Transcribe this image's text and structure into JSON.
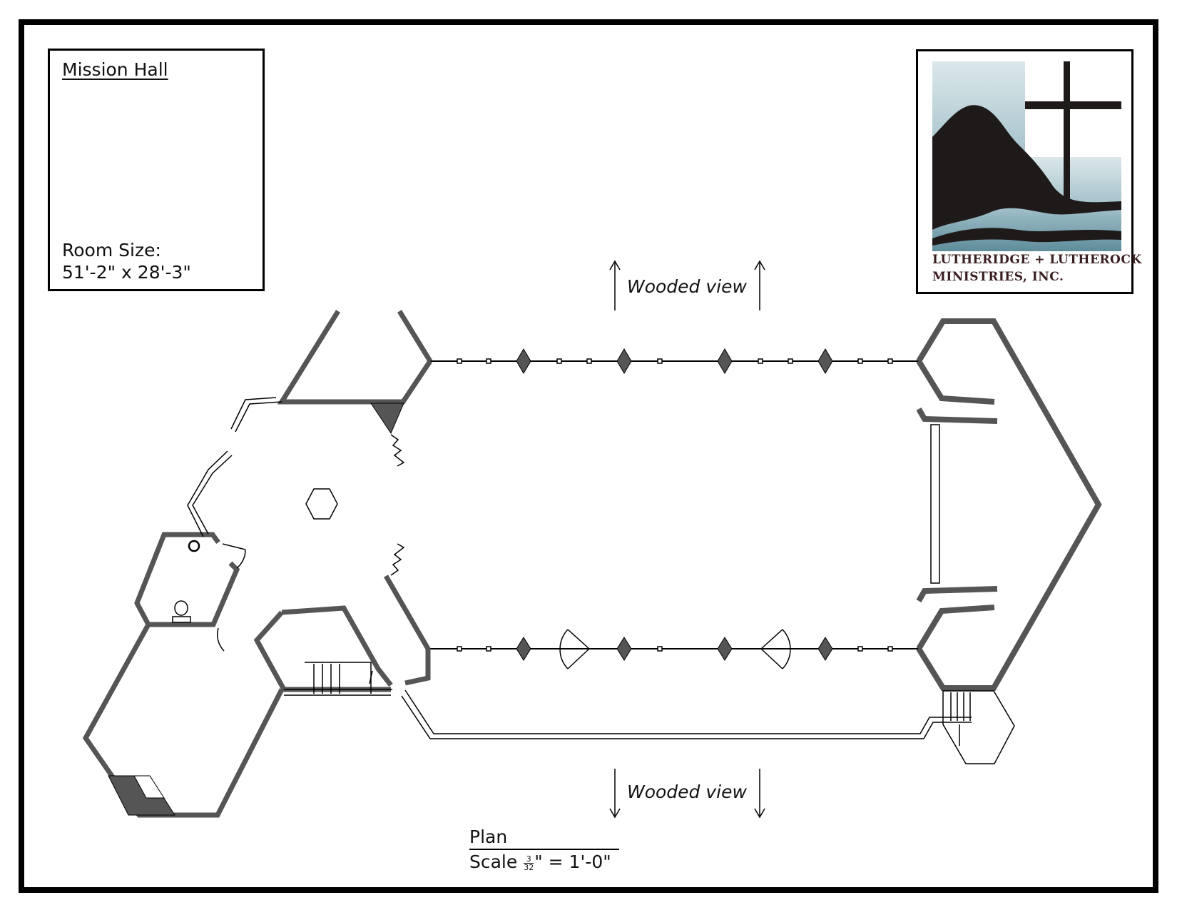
{
  "info": {
    "title": "Mission Hall",
    "room_size_label": "Room Size:",
    "room_size_value": "51'-2\" x 28'-3\""
  },
  "logo": {
    "line1": "LUTHERIDGE + LUTHEROCK",
    "line2": "MINISTRIES, INC.",
    "colors": {
      "mountain": "#1f1a1a",
      "water_light": "#c9dde2",
      "water_dark": "#6f99a6",
      "cross": "#1f1a1a"
    }
  },
  "plan": {
    "view_top": "Wooded view",
    "view_bottom": "Wooded view",
    "title": "Plan",
    "scale_prefix": "Scale",
    "scale_num": "3",
    "scale_den": "32",
    "scale_suffix": "\" = 1'-0\"",
    "wall_color": "#555555"
  }
}
